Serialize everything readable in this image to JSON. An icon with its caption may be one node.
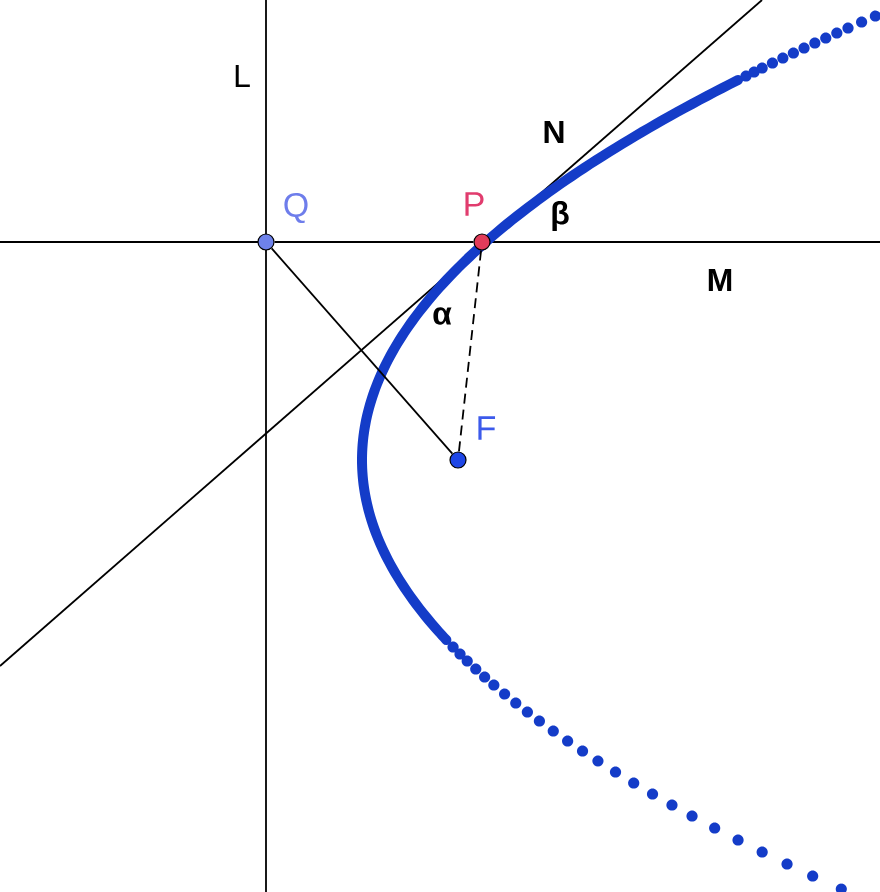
{
  "diagram": {
    "nodes": [
      {
        "text": [
          "Q"
        ]
      },
      {
        "text": [
          "P"
        ]
      },
      {
        "text": [
          "F"
        ]
      }
    ],
    "edges": [
      {
        "from": 0,
        "to": 2,
        "arrow": "none"
      },
      {
        "from": 1,
        "to": 2,
        "arrow": "none",
        "style": "dashed"
      },
      {
        "from": 0,
        "to": 1,
        "arrow": "none"
      }
    ],
    "labels": [
      "L",
      "N",
      "β",
      "M",
      "α"
    ]
  }
}
